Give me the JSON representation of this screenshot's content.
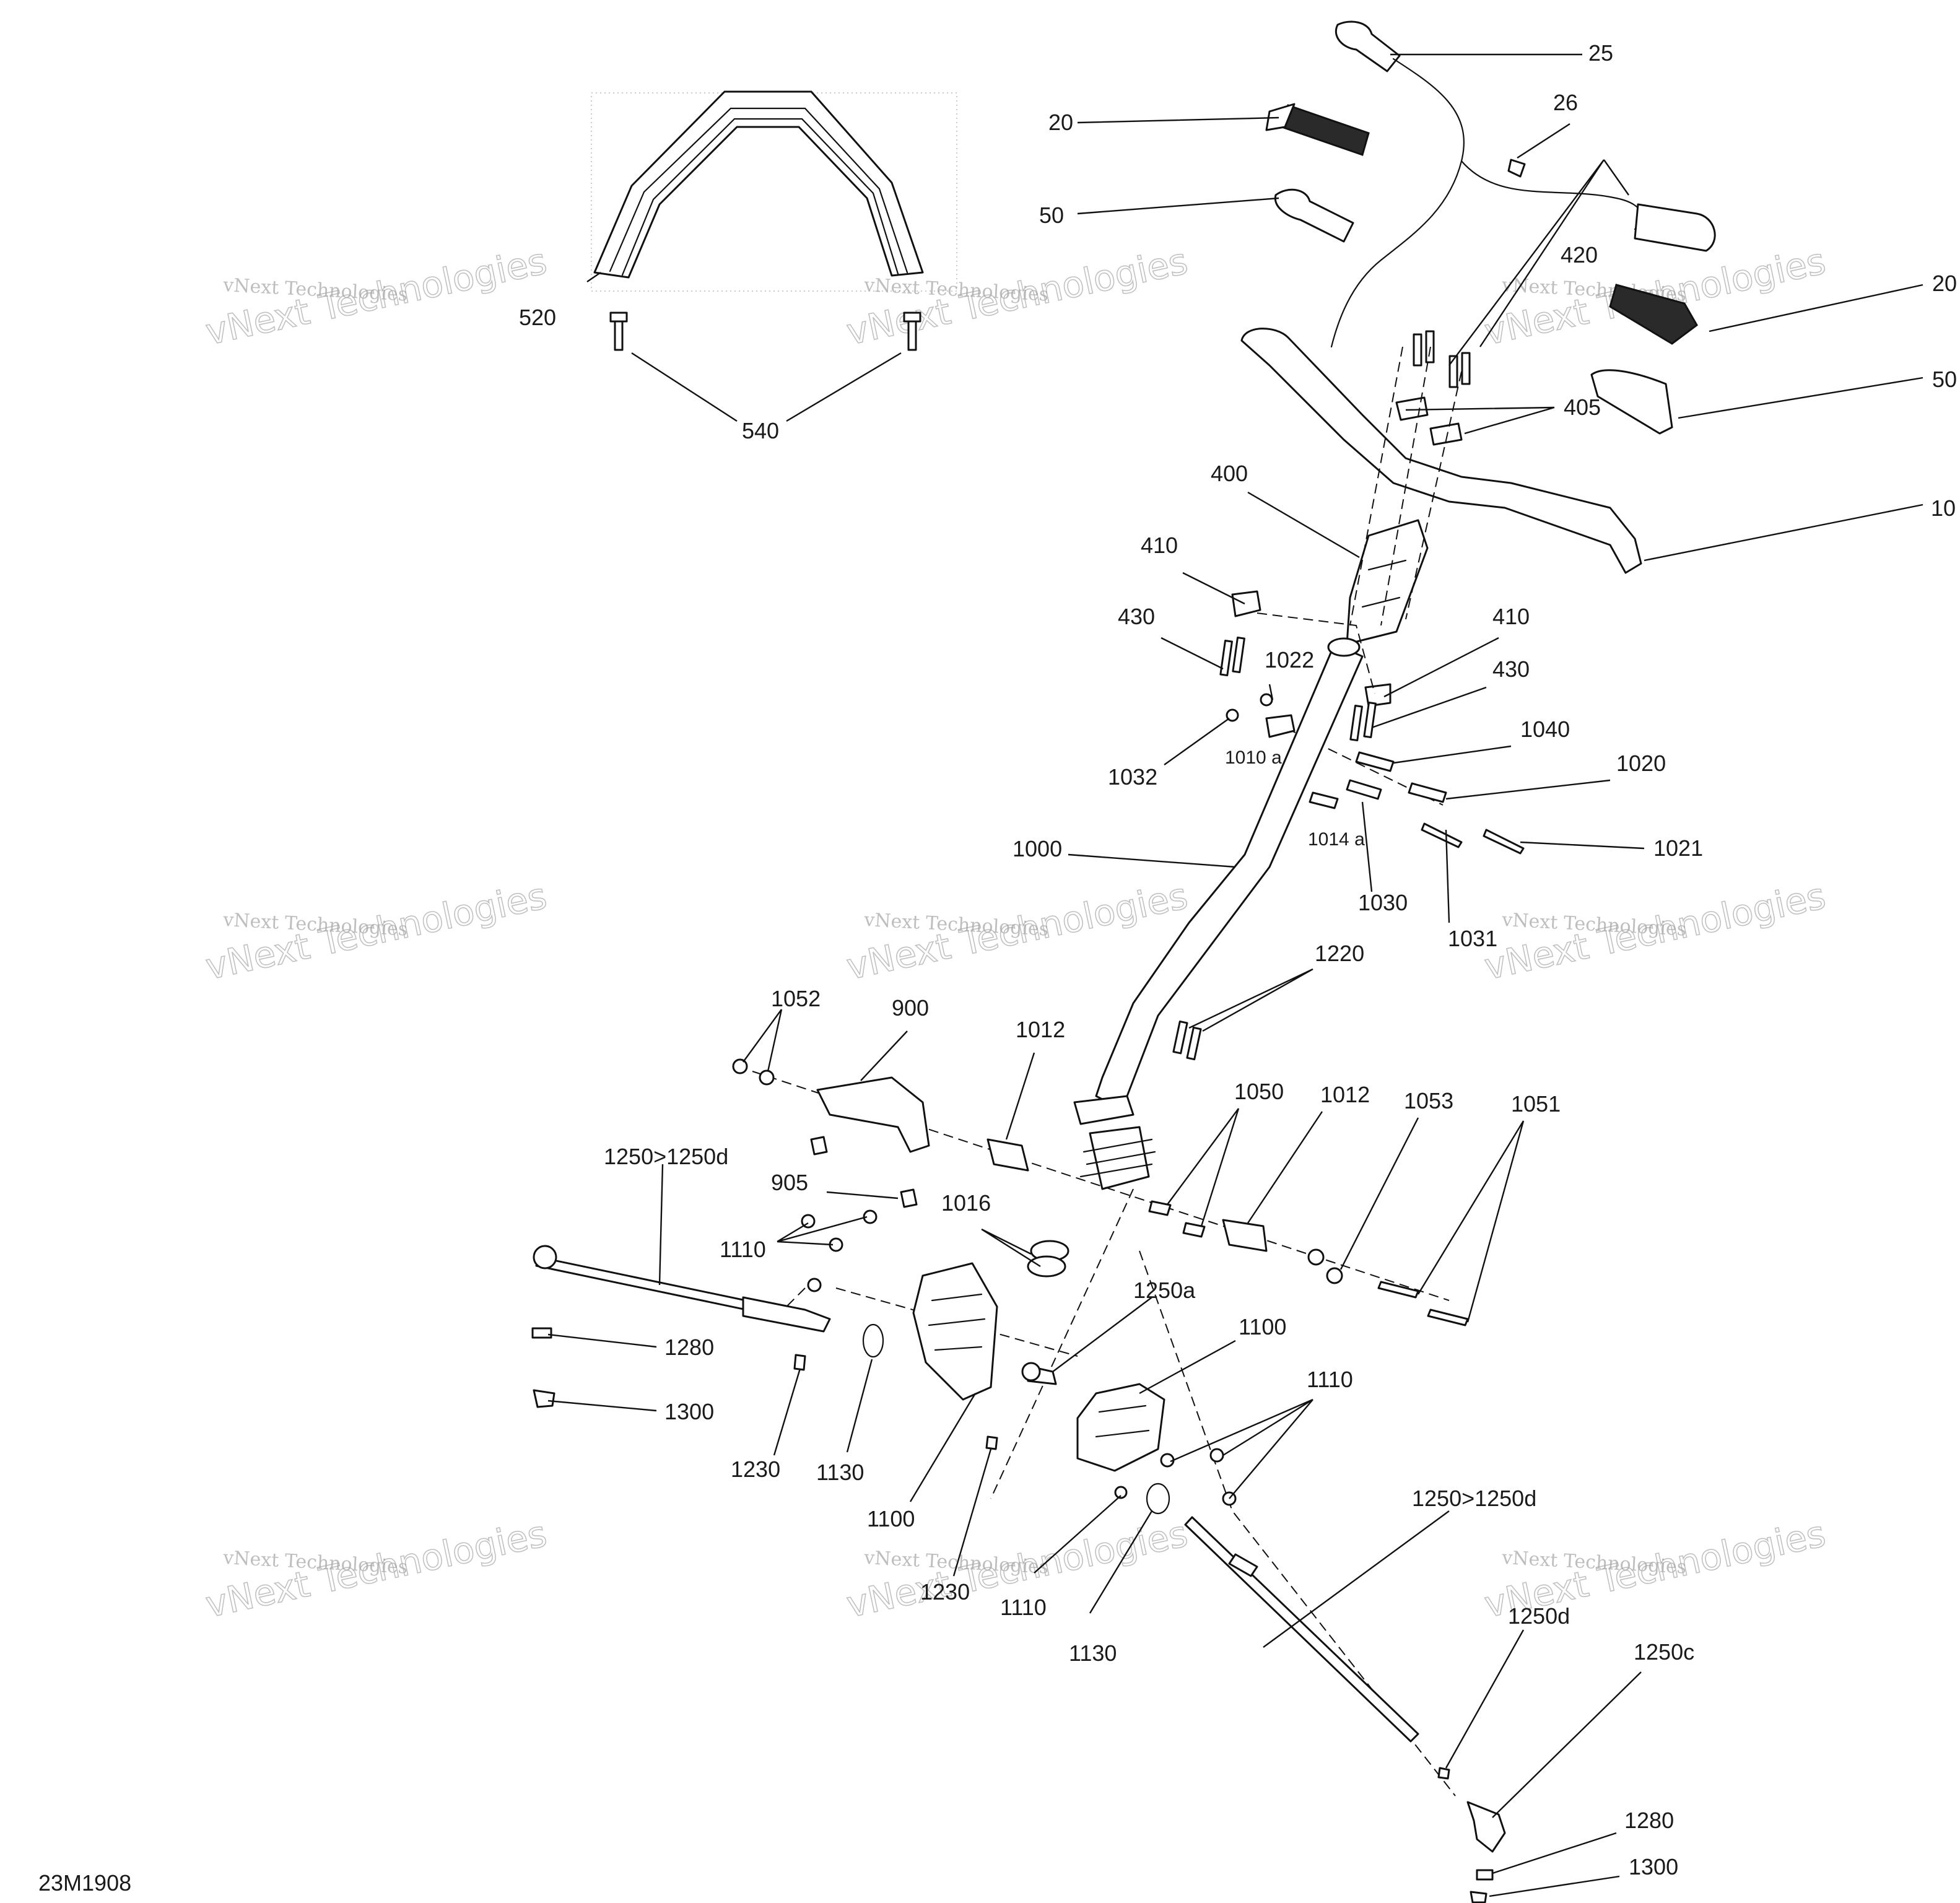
{
  "drawing_id": "23M1908",
  "watermark": {
    "line1": "vNext Technologies",
    "line2": "vNext Technologies"
  },
  "callouts": [
    "25",
    "20",
    "26",
    "50",
    "420",
    "20",
    "50",
    "405",
    "400",
    "10",
    "410",
    "430",
    "1022",
    "1032",
    "1010 a",
    "410",
    "430",
    "1040",
    "1020",
    "1014 a",
    "1021",
    "1030",
    "1031",
    "1000",
    "1220",
    "1052",
    "900",
    "1012",
    "1050",
    "1012",
    "1053",
    "1051",
    "1250>1250d",
    "905",
    "1016",
    "1110",
    "1250a",
    "1100",
    "1110",
    "1280",
    "1300",
    "1230",
    "1130",
    "1100",
    "1230",
    "1110",
    "1130",
    "1250>1250d",
    "1250d",
    "1250c",
    "1280",
    "1300",
    "520",
    "540"
  ]
}
